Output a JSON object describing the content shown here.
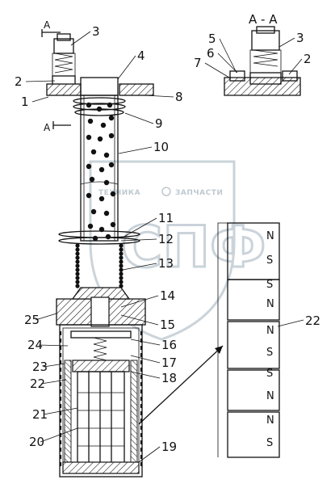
{
  "section_label": "А - А",
  "section_marker": "А",
  "watermark": {
    "left_text": "ТЕХНИКА",
    "right_text": "ЗАПЧАСТИ",
    "logo_text": "СПФ"
  },
  "callouts": [
    "1",
    "2",
    "3",
    "4",
    "5",
    "6",
    "7",
    "8",
    "9",
    "10",
    "11",
    "12",
    "13",
    "14",
    "15",
    "16",
    "17",
    "18",
    "19",
    "20",
    "21",
    "22",
    "23",
    "24",
    "25"
  ],
  "magnet_labels": [
    "N",
    "S",
    "S",
    "N",
    "N",
    "S",
    "S",
    "N",
    "N",
    "S"
  ]
}
